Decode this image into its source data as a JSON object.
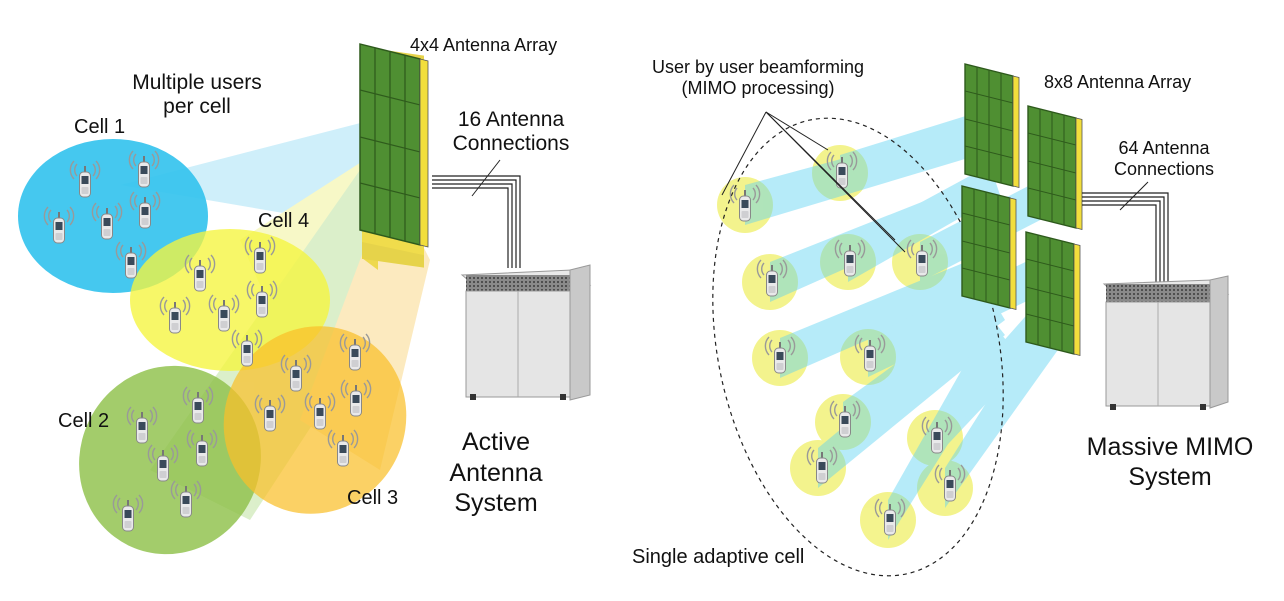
{
  "left": {
    "array_label": "4x4 Antenna Array",
    "connections_label_1": "16 Antenna",
    "connections_label_2": "Connections",
    "users_label_1": "Multiple users",
    "users_label_2": "per cell",
    "cells": [
      "Cell 1",
      "Cell 2",
      "Cell 3",
      "Cell 4"
    ],
    "system_label_1": "Active",
    "system_label_2": "Antenna",
    "system_label_3": "System"
  },
  "right": {
    "beamforming_label_1": "User by user beamforming",
    "beamforming_label_2": "(MIMO processing)",
    "array_label": "8x8 Antenna Array",
    "connections_label_1": "64 Antenna",
    "connections_label_2": "Connections",
    "cell_label": "Single adaptive cell",
    "system_label_1": "Massive MIMO",
    "system_label_2": "System"
  },
  "colors": {
    "cell1": "#35c3ee",
    "cell2": "#8fc14a",
    "cell3": "#f9bf2a",
    "cell4": "#f5f53e",
    "beam": "#5fd3f2",
    "user_zone": "#f2f27a",
    "antenna_panel": "#5e9f3c",
    "antenna_edge": "#e8d44a"
  }
}
